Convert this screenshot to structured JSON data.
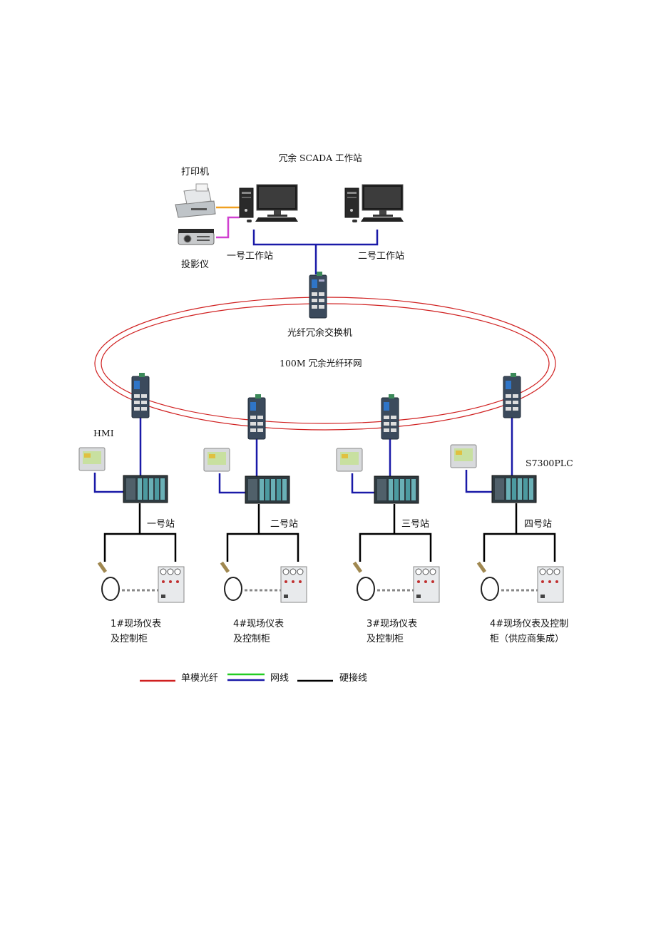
{
  "colors": {
    "fiber": "#d02020",
    "network_green": "#22cc22",
    "network_blue": "#1a1aa8",
    "hardwire": "#000000",
    "printer_link": "#f0a020",
    "projector_link": "#d040d0"
  },
  "top": {
    "title": "冗余 SCADA 工作站",
    "printer": "打印机",
    "projector": "投影仪",
    "ws1": "一号工作站",
    "ws2": "二号工作站",
    "core_switch": "光纤冗余交换机",
    "ring": "100M 冗余光纤环网"
  },
  "labels": {
    "hmi": "HMI",
    "plc": "S7300PLC"
  },
  "stations": [
    {
      "name": "一号站",
      "field_line1": "1#现场仪表",
      "field_line2": "及控制柜"
    },
    {
      "name": "二号站",
      "field_line1": "4#现场仪表",
      "field_line2": "及控制柜"
    },
    {
      "name": "三号站",
      "field_line1": "3#现场仪表",
      "field_line2": "及控制柜"
    },
    {
      "name": "四号站",
      "field_line1": "4#现场仪表及控制",
      "field_line2": "柜（供应商集成）"
    }
  ],
  "legend": {
    "fiber": "单模光纤",
    "network": "网线",
    "hardwire": "硬接线"
  }
}
